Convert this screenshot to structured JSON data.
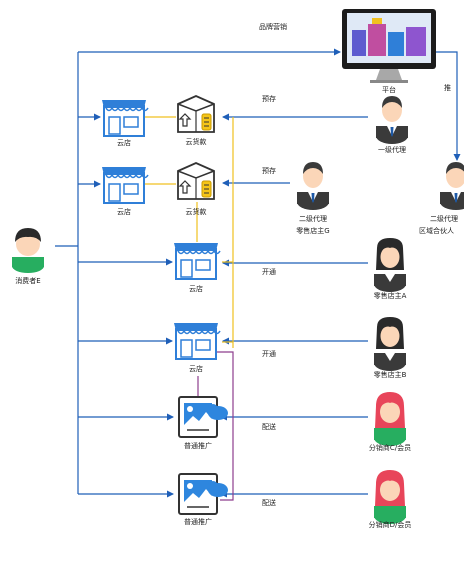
{
  "title": "",
  "colors": {
    "flow": "#1f5fb8",
    "supply": "#f0c020",
    "promo": "#8e3e8e",
    "shop_awning": "#2f7fd8",
    "cloud": "#2e86de"
  },
  "labels": {
    "brand_marketing": "品牌营销",
    "platform": "平台",
    "prestock_1": "预存",
    "prestock_2": "预存",
    "open_1": "开通",
    "open_2": "开通",
    "share_1": "配送",
    "share_2": "配送",
    "side_right": "推",
    "consumer": "消费者E",
    "store_1": "云店",
    "store_2": "云店",
    "store_3": "云店",
    "store_4": "云店",
    "goods_1": "云货款",
    "goods_2": "云货款",
    "promo_1": "普通推广",
    "promo_2": "普通推广",
    "agent_1": "一级代理",
    "agent_2_line1": "二级代理",
    "agent_2_line2": "零售店主G",
    "agent_r_line1": "二级代理",
    "agent_r_line2": "区域合伙人",
    "retail_a": "零售店主A",
    "retail_b": "零售店主B",
    "dist_c": "分销商C/会员",
    "dist_d": "分销商D/会员"
  },
  "icons": [
    "monitor-icon",
    "person-male-icon",
    "person-female-icon",
    "store-icon",
    "box-icon",
    "promo-card-icon",
    "consumer-icon"
  ]
}
